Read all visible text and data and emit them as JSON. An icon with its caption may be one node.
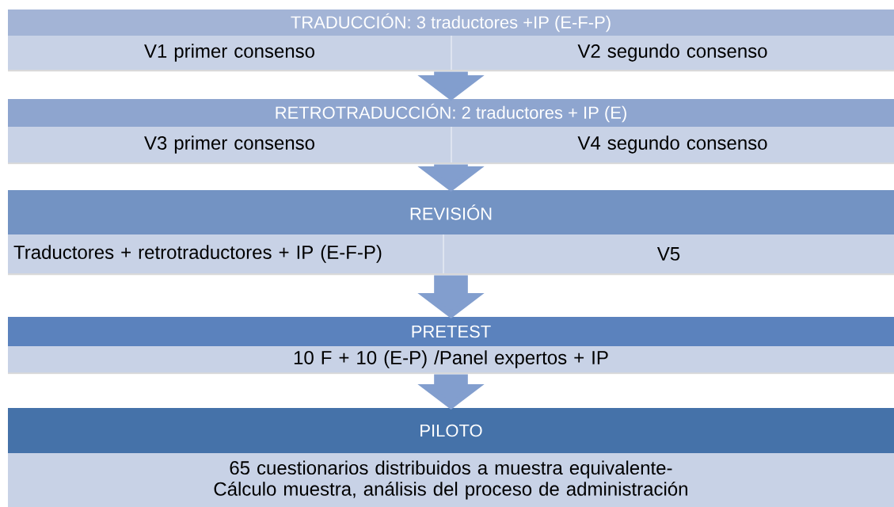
{
  "diagram": {
    "nodes": [
      {
        "text": [
          "TRADUCCIÓN: 3 traductores +IP (E-F-P)"
        ]
      },
      {
        "text": [
          "V1 primer consenso"
        ],
        "in": 0
      },
      {
        "text": [
          "V2 segundo consenso"
        ],
        "in": 0
      },
      {
        "text": [
          "RETROTRADUCCIÓN: 2 traductores + IP (E)"
        ]
      },
      {
        "text": [
          "V3 primer consenso"
        ],
        "in": 3
      },
      {
        "text": [
          "V4 segundo consenso"
        ],
        "in": 3
      },
      {
        "text": [
          "REVISIÓN"
        ]
      },
      {
        "text": [
          "Traductores + retrotraductores + IP (E-F-P)"
        ],
        "in": 6
      },
      {
        "text": [
          "V5"
        ],
        "in": 6
      },
      {
        "text": [
          "PRETEST"
        ]
      },
      {
        "text": [
          "10 F + 10 (E-P) /Panel expertos + IP"
        ],
        "in": 9
      },
      {
        "text": [
          "PILOTO"
        ]
      },
      {
        "text": [
          "65 cuestionarios distribuidos a muestra equivalente-Cálculo muestra, análisis del proceso de administración"
        ],
        "in": 11
      }
    ],
    "edges": [
      {
        "from": 0,
        "to": 3,
        "arrow": "to"
      },
      {
        "from": 3,
        "to": 6,
        "arrow": "to"
      },
      {
        "from": 6,
        "to": 9,
        "arrow": "to"
      },
      {
        "from": 9,
        "to": 11,
        "arrow": "to"
      }
    ]
  }
}
